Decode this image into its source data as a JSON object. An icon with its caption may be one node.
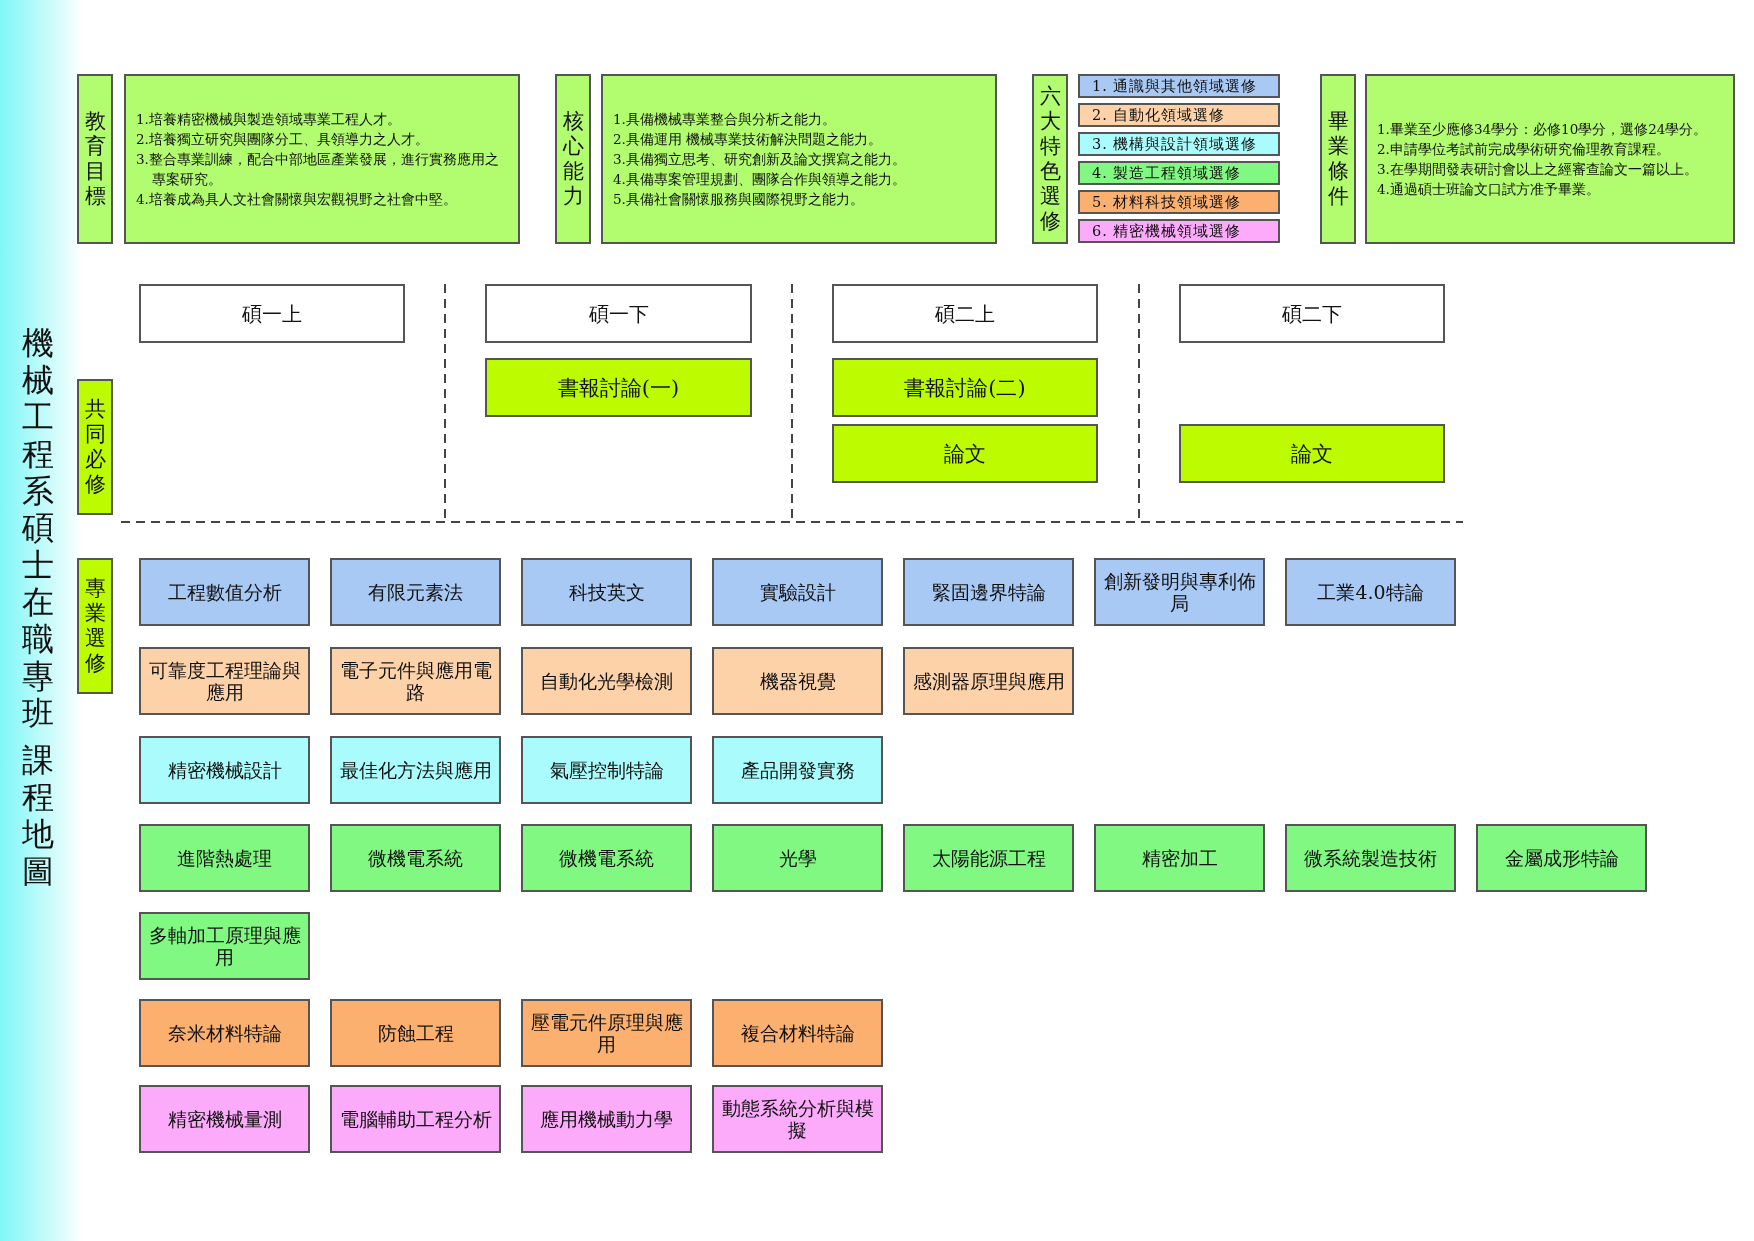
{
  "diagram": {
    "title": "機械工程系碩士在職專班",
    "labels": [
      "課程地圖"
    ],
    "nodes": [
      {
        "text": [
          "教育目標"
        ]
      },
      {
        "text": [
          "1.培養精密機械與製造領域專業工程人才。",
          "2.培養獨立研究與團隊分工、具領導力之人才。",
          "3.整合專業訓練，配合中部地區產業發展，進行實務應用之專案研究。",
          "4.培養成為具人文社會關懷與宏觀視野之社會中堅。"
        ]
      },
      {
        "text": [
          "核心能力"
        ]
      },
      {
        "text": [
          "1.具備機械專業整合與分析之能力。",
          "2.具備運用 機械專業技術解決問題之能力。",
          "3.具備獨立思考、研究創新及論文撰寫之能力。",
          "4.具備專案管理規劃、團隊合作與領導之能力。",
          "5.具備社會關懷服務與國際視野之能力。"
        ]
      },
      {
        "text": [
          "六大特色選修"
        ]
      },
      {
        "text": [
          "1. 通識與其他領域選修"
        ]
      },
      {
        "text": [
          "2. 自動化領域選修"
        ]
      },
      {
        "text": [
          "3. 機構與設計領域選修"
        ]
      },
      {
        "text": [
          "4. 製造工程領域選修"
        ]
      },
      {
        "text": [
          "5. 材料科技領域選修"
        ]
      },
      {
        "text": [
          "6. 精密機械領域選修"
        ]
      },
      {
        "text": [
          "畢業條件"
        ]
      },
      {
        "text": [
          "1.畢業至少應修34學分：必修10學分，選修24學分。",
          "2.申請學位考試前完成學術研究倫理教育課程。",
          "3.在學期間發表研討會以上之經審查論文一篇以上。",
          "4.通過碩士班論文口試方准予畢業。"
        ]
      },
      {
        "text": [
          "碩一上"
        ]
      },
      {
        "text": [
          "碩一下"
        ]
      },
      {
        "text": [
          "碩二上"
        ]
      },
      {
        "text": [
          "碩二下"
        ]
      },
      {
        "text": [
          "共同必修"
        ]
      },
      {
        "text": [
          "書報討論(一)"
        ]
      },
      {
        "text": [
          "書報討論(二)"
        ]
      },
      {
        "text": [
          "論文"
        ]
      },
      {
        "text": [
          "論文"
        ]
      },
      {
        "text": [
          "專業選修"
        ]
      },
      {
        "text": [
          "工程數值分析"
        ]
      },
      {
        "text": [
          "有限元素法"
        ]
      },
      {
        "text": [
          "科技英文"
        ]
      },
      {
        "text": [
          "實驗設計"
        ]
      },
      {
        "text": [
          "緊固邊界特論"
        ]
      },
      {
        "text": [
          "創新發明與專利佈局"
        ]
      },
      {
        "text": [
          "工業4.0特論"
        ]
      },
      {
        "text": [
          "可靠度工程理論與應用"
        ]
      },
      {
        "text": [
          "電子元件與應用電路"
        ]
      },
      {
        "text": [
          "自動化光學檢測"
        ]
      },
      {
        "text": [
          "機器視覺"
        ]
      },
      {
        "text": [
          "感測器原理與應用"
        ]
      },
      {
        "text": [
          "精密機械設計"
        ]
      },
      {
        "text": [
          "最佳化方法與應用"
        ]
      },
      {
        "text": [
          "氣壓控制特論"
        ]
      },
      {
        "text": [
          "產品開發實務"
        ]
      },
      {
        "text": [
          "進階熱處理"
        ]
      },
      {
        "text": [
          "微機電系統"
        ]
      },
      {
        "text": [
          "微機電系統"
        ]
      },
      {
        "text": [
          "光學"
        ]
      },
      {
        "text": [
          "太陽能源工程"
        ]
      },
      {
        "text": [
          "精密加工"
        ]
      },
      {
        "text": [
          "微系統製造技術"
        ]
      },
      {
        "text": [
          "金屬成形特論"
        ]
      },
      {
        "text": [
          "多軸加工原理與應用"
        ]
      },
      {
        "text": [
          "奈米材料特論"
        ]
      },
      {
        "text": [
          "防蝕工程"
        ]
      },
      {
        "text": [
          "壓電元件原理與應用"
        ]
      },
      {
        "text": [
          "複合材料特論"
        ]
      },
      {
        "text": [
          "精密機械量測"
        ]
      },
      {
        "text": [
          "電腦輔助工程分析"
        ]
      },
      {
        "text": [
          "應用機械動力學"
        ]
      },
      {
        "text": [
          "動態系統分析與模擬"
        ]
      }
    ]
  }
}
